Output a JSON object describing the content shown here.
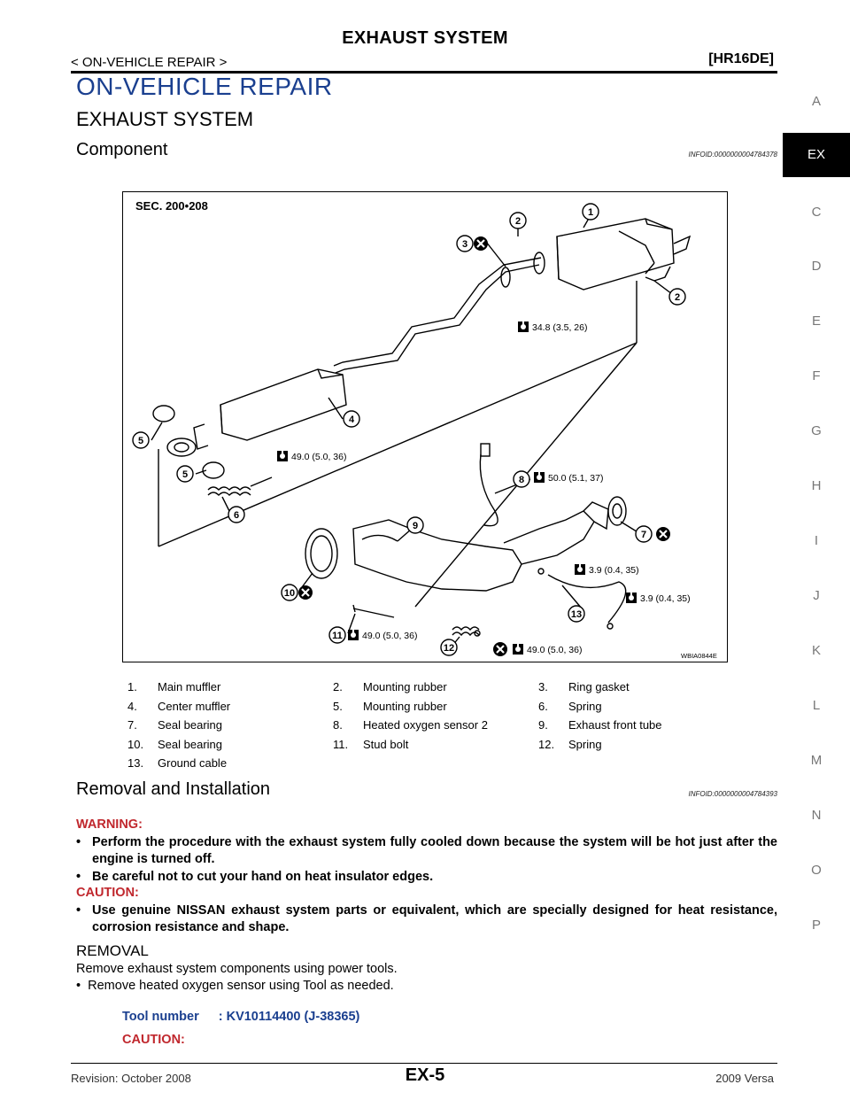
{
  "header": {
    "title": "EXHAUST SYSTEM",
    "breadcrumb": "< ON-VEHICLE REPAIR >",
    "engine": "[HR16DE]"
  },
  "section_title": "ON-VEHICLE REPAIR",
  "subsection_title": "EXHAUST SYSTEM",
  "component": {
    "heading": "Component",
    "infoid": "INFOID:0000000004784378"
  },
  "side_index": [
    "A",
    "EX",
    "C",
    "D",
    "E",
    "F",
    "G",
    "H",
    "I",
    "J",
    "K",
    "L",
    "M",
    "N",
    "O",
    "P"
  ],
  "side_index_active": "EX",
  "diagram": {
    "sec_label": "SEC. 200•208",
    "code": "WBIA0844E",
    "callouts": [
      "1",
      "2",
      "3",
      "4",
      "5",
      "6",
      "7",
      "8",
      "9",
      "10",
      "11",
      "12",
      "13"
    ],
    "torques": {
      "t1": "34.8 (3.5, 26)",
      "t2": "49.0 (5.0, 36)",
      "t3": "50.0 (5.1, 37)",
      "t4": "3.9 (0.4, 35)",
      "t5": "3.9 (0.4, 35)",
      "t6": "49.0 (5.0, 36)",
      "t7": "49.0 (5.0, 36)"
    }
  },
  "legend": [
    [
      {
        "n": "1.",
        "name": "Main muffler"
      },
      {
        "n": "2.",
        "name": "Mounting rubber"
      },
      {
        "n": "3.",
        "name": "Ring gasket"
      }
    ],
    [
      {
        "n": "4.",
        "name": "Center muffler"
      },
      {
        "n": "5.",
        "name": "Mounting rubber"
      },
      {
        "n": "6.",
        "name": "Spring"
      }
    ],
    [
      {
        "n": "7.",
        "name": "Seal bearing"
      },
      {
        "n": "8.",
        "name": "Heated oxygen sensor 2"
      },
      {
        "n": "9.",
        "name": "Exhaust front tube"
      }
    ],
    [
      {
        "n": "10.",
        "name": "Seal bearing"
      },
      {
        "n": "11.",
        "name": "Stud bolt"
      },
      {
        "n": "12.",
        "name": "Spring"
      }
    ],
    [
      {
        "n": "13.",
        "name": "Ground cable"
      },
      {
        "n": "",
        "name": ""
      },
      {
        "n": "",
        "name": ""
      }
    ]
  ],
  "removal": {
    "heading": "Removal and Installation",
    "infoid": "INFOID:0000000004784393",
    "warning_label": "WARNING:",
    "warnings": [
      "Perform the procedure with the exhaust system fully cooled down because the system will be hot just after the engine is turned off.",
      "Be careful not to cut your hand on heat insulator edges."
    ],
    "caution_label": "CAUTION:",
    "cautions": [
      "Use genuine NISSAN exhaust system parts or equivalent, which are specially designed for heat resistance, corrosion resistance and shape."
    ],
    "sub_heading": "REMOVAL",
    "text1": "Remove exhaust system components using power tools.",
    "bullet1": "Remove heated oxygen sensor using Tool as needed.",
    "tool_label": "Tool number",
    "tool_value": ": KV10114400 (J-38365)",
    "caution_label2": "CAUTION:"
  },
  "footer": {
    "revision": "Revision: October 2008",
    "page": "EX-5",
    "model": "2009 Versa"
  }
}
